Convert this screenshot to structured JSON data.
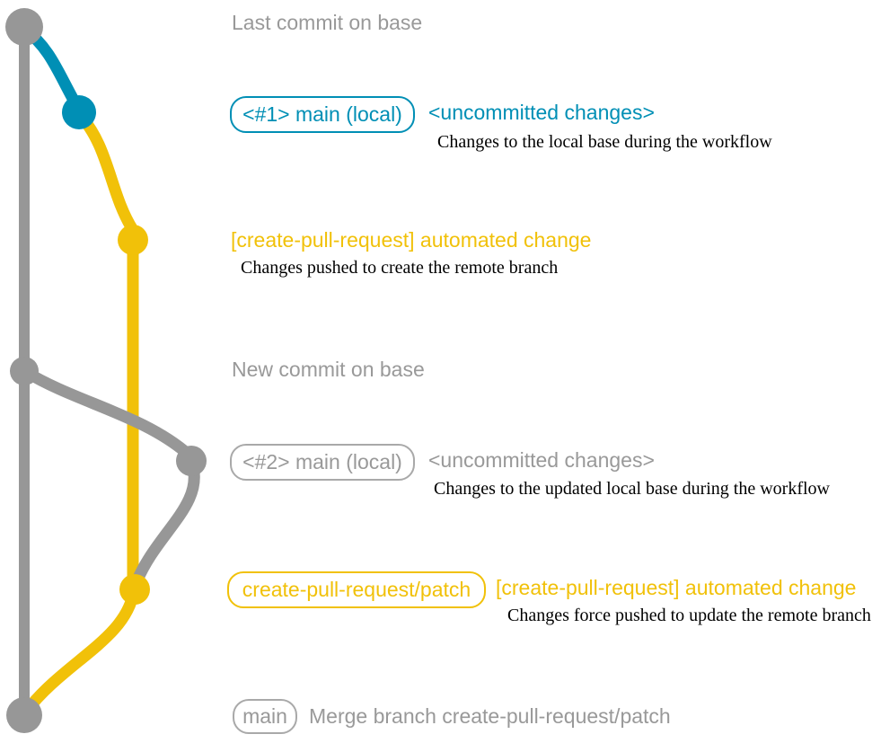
{
  "colors": {
    "base_branch_gray": "#979797",
    "local_main_blue": "#008fb5",
    "patch_branch_yellow": "#f1c109",
    "detail_text_black": "#000000",
    "label_gray": "#999999"
  },
  "rows": {
    "last_commit": {
      "label": "Last commit on base"
    },
    "main1": {
      "badge": "<#1> main (local)",
      "message": "<uncommitted changes>",
      "detail": "Changes to the local base during the workflow"
    },
    "auto1": {
      "message": "[create-pull-request] automated change",
      "detail": "Changes pushed to create the remote branch"
    },
    "new_commit": {
      "label": "New commit on base"
    },
    "main2": {
      "badge": "<#2> main (local)",
      "message": "<uncommitted changes>",
      "detail": "Changes to the updated local base during the workflow"
    },
    "auto2": {
      "badge": "create-pull-request/patch",
      "message": "[create-pull-request] automated change",
      "detail": "Changes force pushed to update the remote branch"
    },
    "merge": {
      "badge": "main",
      "message": "Merge branch create-pull-request/patch"
    }
  },
  "graph": {
    "type": "git-graph",
    "branches": [
      {
        "name": "base",
        "color": "#979797"
      },
      {
        "name": "main (local)",
        "color": "#008fb5"
      },
      {
        "name": "create-pull-request/patch",
        "color": "#f1c109"
      }
    ],
    "commit_dots_top_to_bottom": [
      {
        "row": "last_commit",
        "color": "#979797"
      },
      {
        "row": "main1",
        "color": "#008fb5"
      },
      {
        "row": "auto1",
        "color": "#f1c109"
      },
      {
        "row": "new_commit",
        "color": "#979797"
      },
      {
        "row": "main2",
        "color": "#979797"
      },
      {
        "row": "auto2",
        "color": "#f1c109"
      },
      {
        "row": "merge",
        "color": "#979797"
      }
    ]
  }
}
